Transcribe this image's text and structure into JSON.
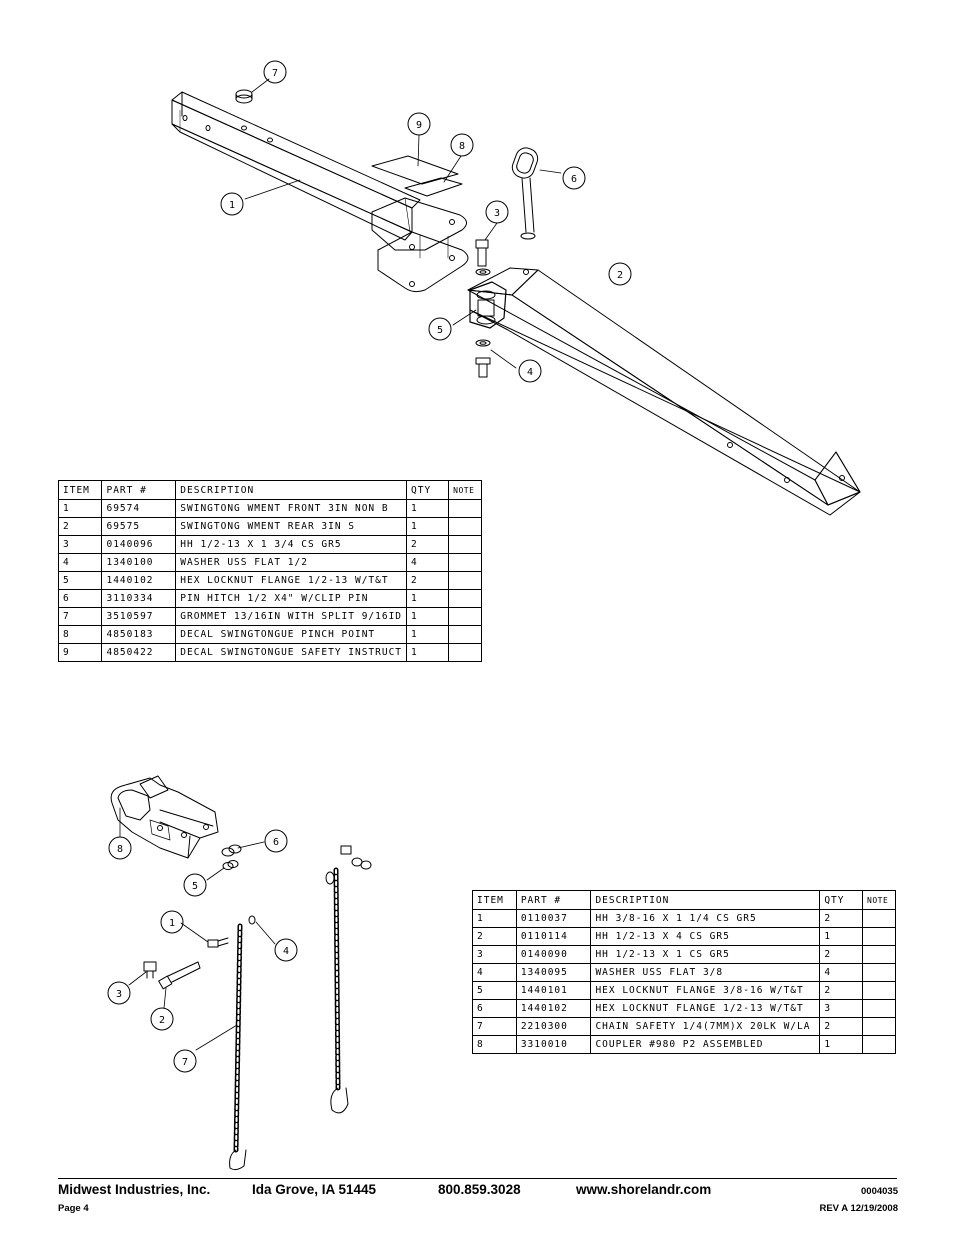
{
  "upper_assembly": {
    "callouts": [
      "1",
      "2",
      "3",
      "4",
      "5",
      "6",
      "7",
      "8",
      "9"
    ],
    "table": {
      "headers": [
        "ITEM",
        "PART #",
        "DESCRIPTION",
        "QTY",
        "NOTE"
      ],
      "rows": [
        [
          "1",
          "69574",
          "SWINGTONG WMENT FRONT 3IN NON B",
          "1",
          ""
        ],
        [
          "2",
          "69575",
          "SWINGTONG WMENT REAR 3IN S",
          "1",
          ""
        ],
        [
          "3",
          "0140096",
          "HH 1/2-13 X 1 3/4 CS GR5",
          "2",
          ""
        ],
        [
          "4",
          "1340100",
          "WASHER USS FLAT 1/2",
          "4",
          ""
        ],
        [
          "5",
          "1440102",
          "HEX LOCKNUT FLANGE 1/2-13 W/T&T",
          "2",
          ""
        ],
        [
          "6",
          "3110334",
          "PIN HITCH 1/2 X4\" W/CLIP PIN",
          "1",
          ""
        ],
        [
          "7",
          "3510597",
          "GROMMET 13/16IN  WITH SPLIT 9/16ID",
          "1",
          ""
        ],
        [
          "8",
          "4850183",
          "DECAL SWINGTONGUE PINCH POINT",
          "1",
          ""
        ],
        [
          "9",
          "4850422",
          "DECAL SWINGTONGUE SAFETY INSTRUCT",
          "1",
          ""
        ]
      ]
    }
  },
  "lower_assembly": {
    "callouts": [
      "1",
      "2",
      "3",
      "4",
      "5",
      "6",
      "7",
      "8"
    ],
    "table": {
      "headers": [
        "ITEM",
        "PART #",
        "DESCRIPTION",
        "QTY",
        "NOTE"
      ],
      "rows": [
        [
          "1",
          "0110037",
          "HH 3/8-16 X 1 1/4 CS GR5",
          "2",
          ""
        ],
        [
          "2",
          "0110114",
          "HH 1/2-13 X 4 CS GR5",
          "1",
          ""
        ],
        [
          "3",
          "0140090",
          "HH 1/2-13 X 1 CS GR5",
          "2",
          ""
        ],
        [
          "4",
          "1340095",
          "WASHER USS FLAT 3/8",
          "4",
          ""
        ],
        [
          "5",
          "1440101",
          "HEX LOCKNUT FLANGE 3/8-16 W/T&T",
          "2",
          ""
        ],
        [
          "6",
          "1440102",
          "HEX LOCKNUT FLANGE 1/2-13 W/T&T",
          "3",
          ""
        ],
        [
          "7",
          "2210300",
          "CHAIN SAFETY 1/4(7MM)X 20LK W/LA",
          "2",
          ""
        ],
        [
          "8",
          "3310010",
          "COUPLER #980 P2 ASSEMBLED",
          "1",
          ""
        ]
      ]
    }
  },
  "footer": {
    "company": "Midwest Industries, Inc.",
    "location": "Ida Grove, IA  51445",
    "phone": "800.859.3028",
    "website": "www.shorelandr.com",
    "doc_number": "0004035",
    "page": "Page 4",
    "revision": "REV A  12/19/2008"
  }
}
